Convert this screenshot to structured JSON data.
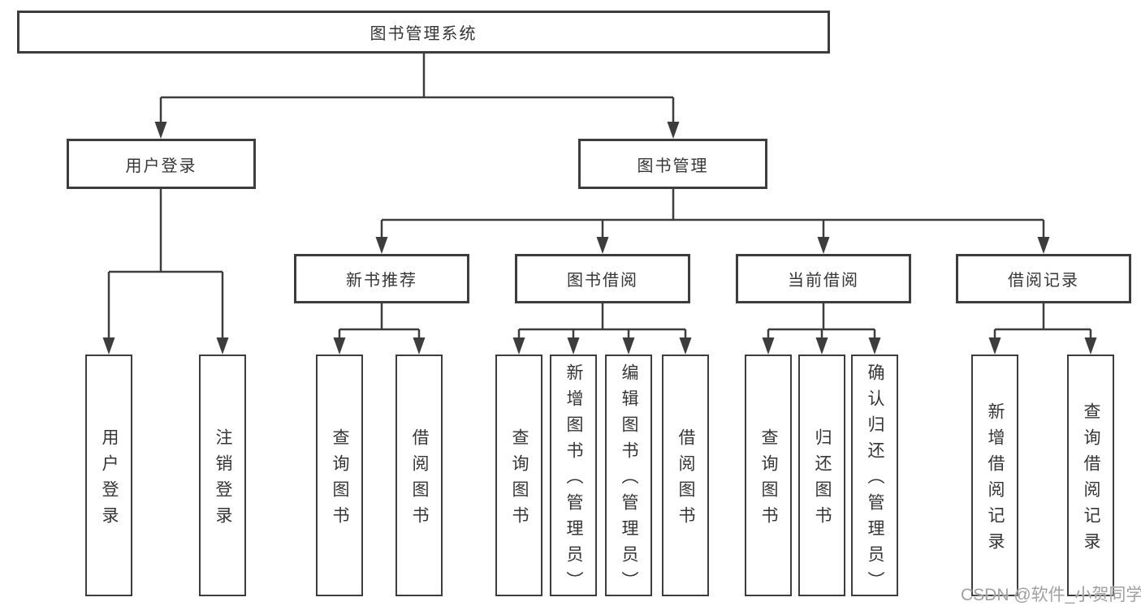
{
  "diagram": {
    "title_node": {
      "label": "图书管理系统"
    },
    "level2": [
      {
        "label": "用户登录"
      },
      {
        "label": "图书管理"
      }
    ],
    "level3": [
      {
        "label": "新书推荐"
      },
      {
        "label": "图书借阅"
      },
      {
        "label": "当前借阅"
      },
      {
        "label": "借阅记录"
      }
    ],
    "leaves": [
      {
        "label": "用户登录"
      },
      {
        "label": "注销登录"
      },
      {
        "label": "查询图书"
      },
      {
        "label": "借阅图书"
      },
      {
        "label": "查询图书"
      },
      {
        "label": "新增图书（管理员）"
      },
      {
        "label": "编辑图书（管理员）"
      },
      {
        "label": "借阅图书"
      },
      {
        "label": "查询图书"
      },
      {
        "label": "归还图书"
      },
      {
        "label": "确认归还（管理员）"
      },
      {
        "label": "新增借阅记录"
      },
      {
        "label": "查询借阅记录"
      }
    ],
    "colors": {
      "line": "#3d3d3d",
      "text": "#353535",
      "background": "#ffffff",
      "watermark": "#a0a0a0"
    }
  },
  "watermark": {
    "text": "CSDN @软件_小贺同学"
  }
}
